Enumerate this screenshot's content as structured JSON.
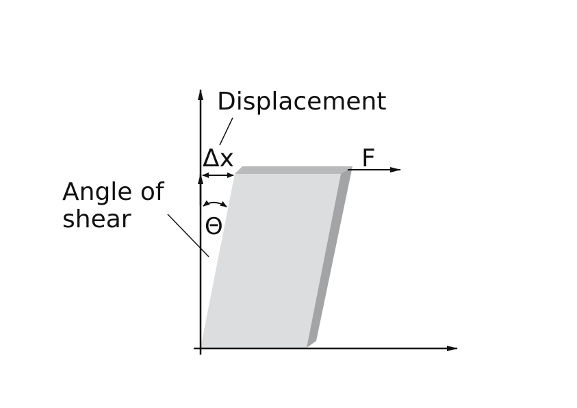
{
  "labels": {
    "displacement": "Displacement",
    "delta_x": "Δx",
    "force": "F",
    "angle_line1": "Angle of",
    "angle_line2": "shear",
    "theta": "Θ"
  },
  "colors": {
    "front_face": "#dcdddf",
    "top_face": "#b9babc",
    "side_face": "#a3a4a6",
    "ink": "#111111"
  }
}
